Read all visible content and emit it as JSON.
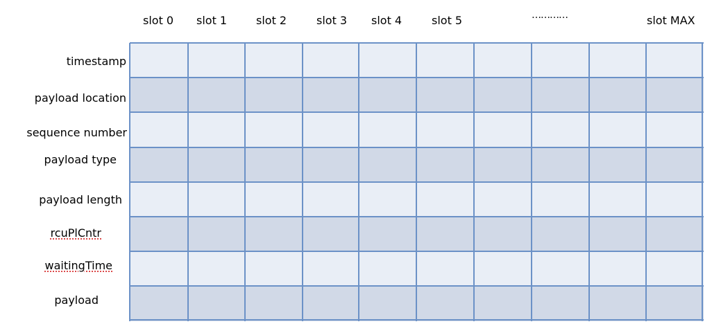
{
  "columns": [
    "slot 0",
    "slot 1",
    "slot 2",
    "slot 3",
    "slot 4",
    "slot 5",
    "…………",
    "slot MAX"
  ],
  "rows": [
    {
      "label": "timestamp"
    },
    {
      "label": "payload location"
    },
    {
      "label": "sequence number"
    },
    {
      "label": "payload type"
    },
    {
      "label": "payload length"
    },
    {
      "label": "rcuPlCntr",
      "spell_mark": true
    },
    {
      "label": "waitingTime",
      "spell_mark": true
    },
    {
      "label": "payload"
    }
  ],
  "grid": {
    "column_count": 10,
    "row_count": 8,
    "colors": {
      "light_row": "#e9eef6",
      "dark_row": "#d1d9e7",
      "grid_line": "#6b91c7"
    }
  }
}
